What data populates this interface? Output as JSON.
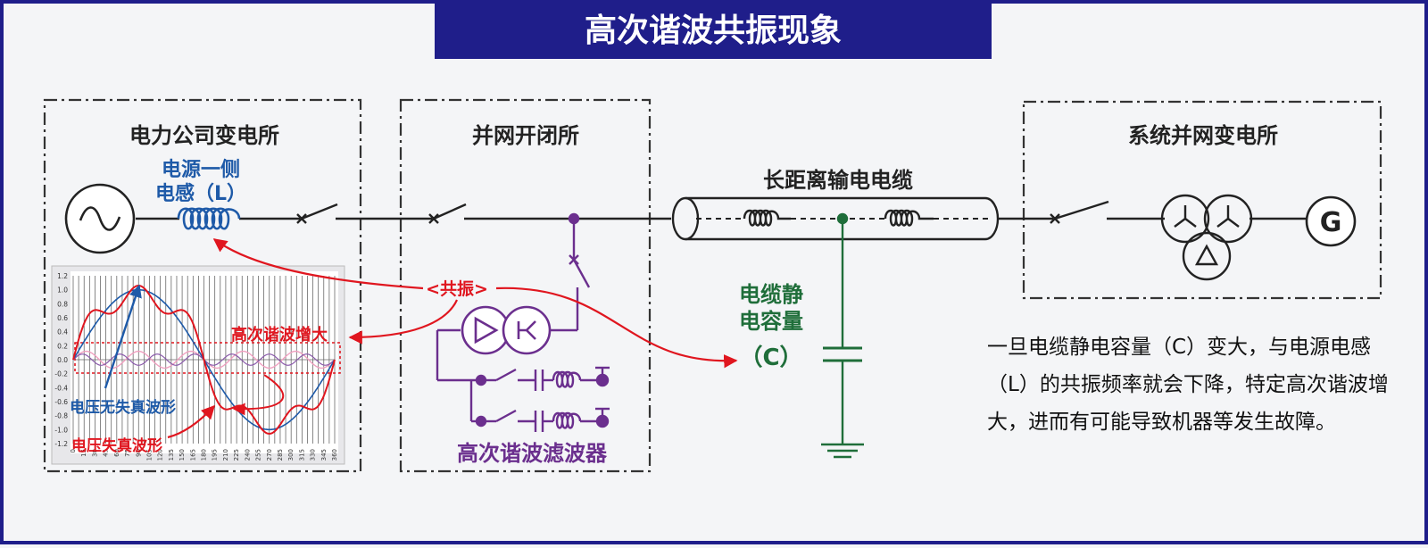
{
  "title": "高次谐波共振现象",
  "stations": {
    "utility": "电力公司变电所",
    "switching": "并网开闭所",
    "system": "系统并网变电所"
  },
  "labels": {
    "source_inductance_1": "电源一侧",
    "source_inductance_2": "电感（L）",
    "cable": "长距离输电电缆",
    "cable_cap_1": "电缆静",
    "cable_cap_2": "电容量",
    "cable_cap_3": "（C）",
    "resonance": "<共振>",
    "harmonic_increase": "高次谐波增大",
    "filter": "高次谐波滤波器",
    "undistorted": "电压无失真波形",
    "distorted": "电压失真波形",
    "generator": "G"
  },
  "description": "一旦电缆静电容量（C）变大，与电源电感（L）的共振频率就会下降，特定高次谐波增大，进而有可能导致机器等发生故障。",
  "waveform_chart": {
    "y_ticks": [
      "1.2",
      "1.0",
      "0.8",
      "0.6",
      "0.4",
      "0.2",
      "0.0",
      "-0.2",
      "-0.4",
      "-0.6",
      "-0.8",
      "-1.0",
      "-1.2"
    ],
    "x_ticks": [
      "0",
      "15",
      "30",
      "45",
      "60",
      "75",
      "90",
      "105",
      "120",
      "135",
      "150",
      "165",
      "180",
      "195",
      "210",
      "225",
      "240",
      "255",
      "270",
      "285",
      "300",
      "315",
      "330",
      "345",
      "360"
    ]
  },
  "colors": {
    "title_bg": "#1f1e8a",
    "blue": "#1e5aa8",
    "red": "#e0161f",
    "purple": "#6b2f8e",
    "green": "#1f6e3a",
    "pink": "#f0a0c0"
  }
}
